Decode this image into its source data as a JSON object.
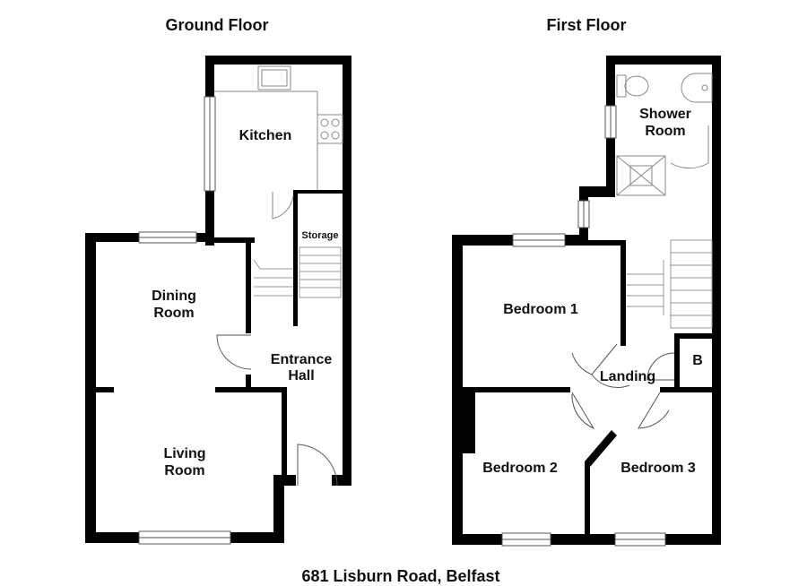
{
  "floors": [
    {
      "title": "Ground Floor",
      "rooms": [
        "Kitchen",
        "Storage",
        "Dining Room",
        "Entrance Hall",
        "Living Room"
      ]
    },
    {
      "title": "First Floor",
      "rooms": [
        "Shower Room",
        "Bedroom 1",
        "Landing",
        "B",
        "Bedroom 2",
        "Bedroom 3"
      ]
    }
  ],
  "rooms": {
    "kitchen": "Kitchen",
    "storage": "Storage",
    "dining_1": "Dining",
    "dining_2": "Room",
    "entrance_1": "Entrance",
    "entrance_2": "Hall",
    "living_1": "Living",
    "living_2": "Room",
    "shower_1": "Shower",
    "shower_2": "Room",
    "bedroom1": "Bedroom 1",
    "landing": "Landing",
    "cupboard": "B",
    "bedroom2": "Bedroom 2",
    "bedroom3": "Bedroom 3"
  },
  "address": "681 Lisburn Road, Belfast",
  "colors": {
    "wall": "#000000",
    "fixture": "#888888",
    "background": "#ffffff"
  }
}
